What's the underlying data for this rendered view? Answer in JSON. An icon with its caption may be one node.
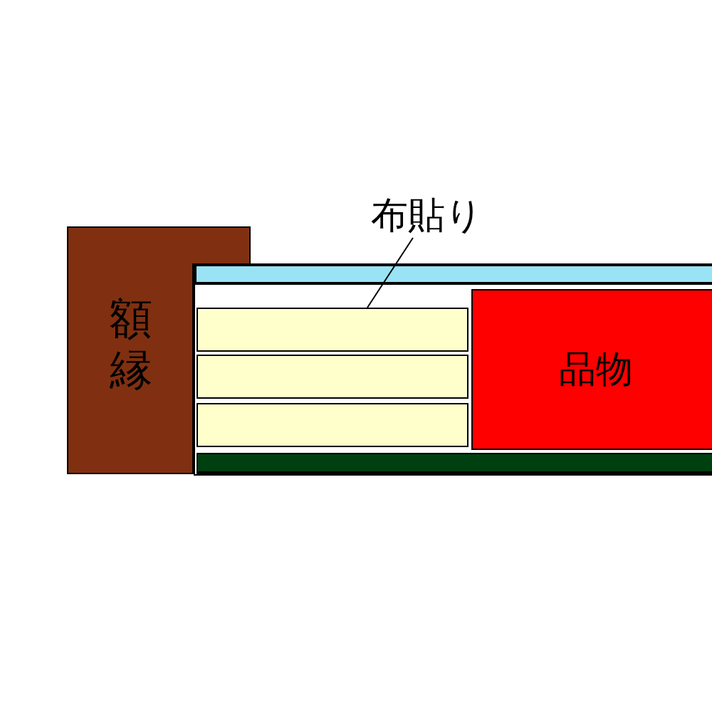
{
  "diagram": {
    "nodes": [
      {
        "text": [
          "額縁"
        ]
      },
      {
        "text": [],
        "shape": "bar"
      },
      {
        "text": [],
        "shape": "box"
      },
      {
        "text": [],
        "shape": "box"
      },
      {
        "text": [],
        "shape": "box"
      },
      {
        "text": [
          "品物"
        ]
      },
      {
        "text": [],
        "shape": "bar"
      },
      {
        "text": [
          "布貼り"
        ]
      }
    ],
    "edges": [
      {
        "from": 7,
        "to": 2,
        "arrow": "none"
      }
    ]
  }
}
